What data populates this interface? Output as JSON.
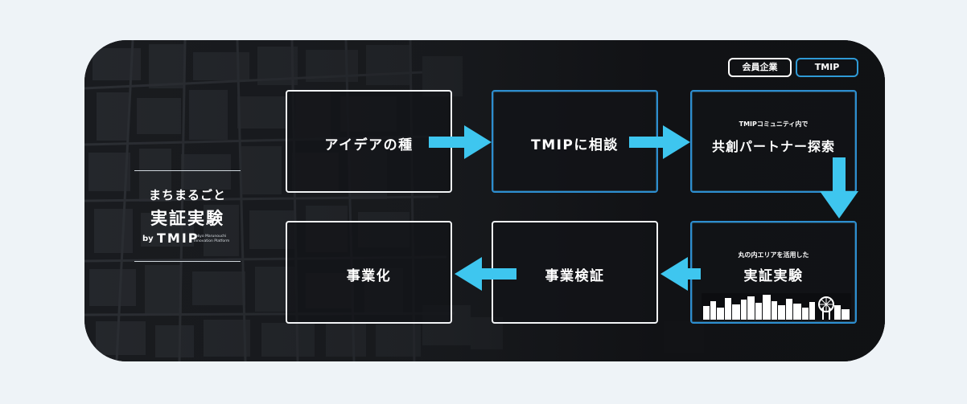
{
  "logo": {
    "line1": "まちまるごと",
    "line2": "実証実験",
    "by": "by",
    "brand": "TMIP",
    "brand_sub_1": "Tokyo Marunouchi",
    "brand_sub_2": "Innovation Platform"
  },
  "legend": {
    "member": "会員企業",
    "tmip": "TMIP"
  },
  "steps": {
    "idea": "アイデアの種",
    "consult": "TMIPに相談",
    "partner_sub": "TMIPコミュニティ内で",
    "partner": "共創パートナー探索",
    "trial_sub": "丸の内エリアを活用した",
    "trial": "実証実験",
    "verify": "事業検証",
    "business": "事業化"
  },
  "colors": {
    "arrow": "#3ec6ef",
    "tmip_border": "#2d8ed0",
    "member_border": "#f2f4f6",
    "card_bg": "#141619"
  }
}
